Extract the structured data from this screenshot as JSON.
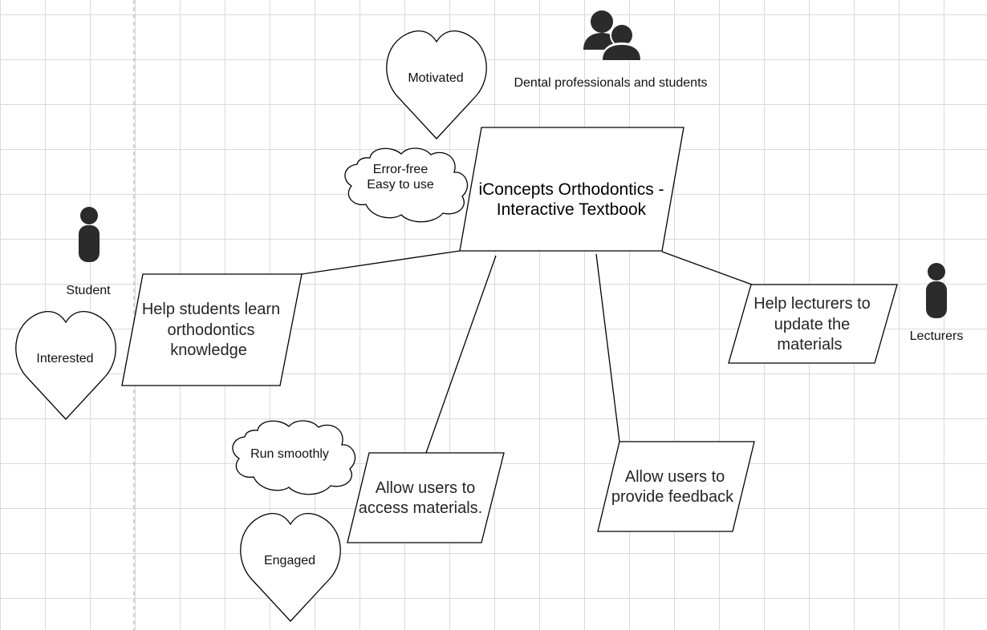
{
  "central": {
    "line1": "iConcepts Orthodontics -",
    "line2": "Interactive Textbook"
  },
  "group_actor": {
    "label": "Dental professionals and students",
    "icon": "users-icon"
  },
  "student_actor": {
    "label": "Student",
    "icon": "person-icon"
  },
  "lecturer_actor": {
    "label": "Lecturers",
    "icon": "person-icon"
  },
  "goals": {
    "help_students": {
      "lines": [
        "Help students learn",
        "orthodontics",
        "knowledge"
      ]
    },
    "help_lecturers": {
      "lines": [
        "Help lecturers to",
        "update the",
        "materials"
      ]
    },
    "access_materials": {
      "lines": [
        "Allow users to",
        "access materials."
      ]
    },
    "feedback": {
      "lines": [
        "Allow users to",
        "provide feedback"
      ]
    }
  },
  "emotions": {
    "motivated": "Motivated",
    "interested": "Interested",
    "engaged": "Engaged"
  },
  "qualities": {
    "error_free": {
      "lines": [
        "Error-free",
        "Easy to use"
      ]
    },
    "run_smoothly": {
      "lines": [
        "Run smoothly"
      ]
    }
  },
  "colors": {
    "grid": "#dadada",
    "actor": "#2b2b2b",
    "stroke": "#000000"
  }
}
